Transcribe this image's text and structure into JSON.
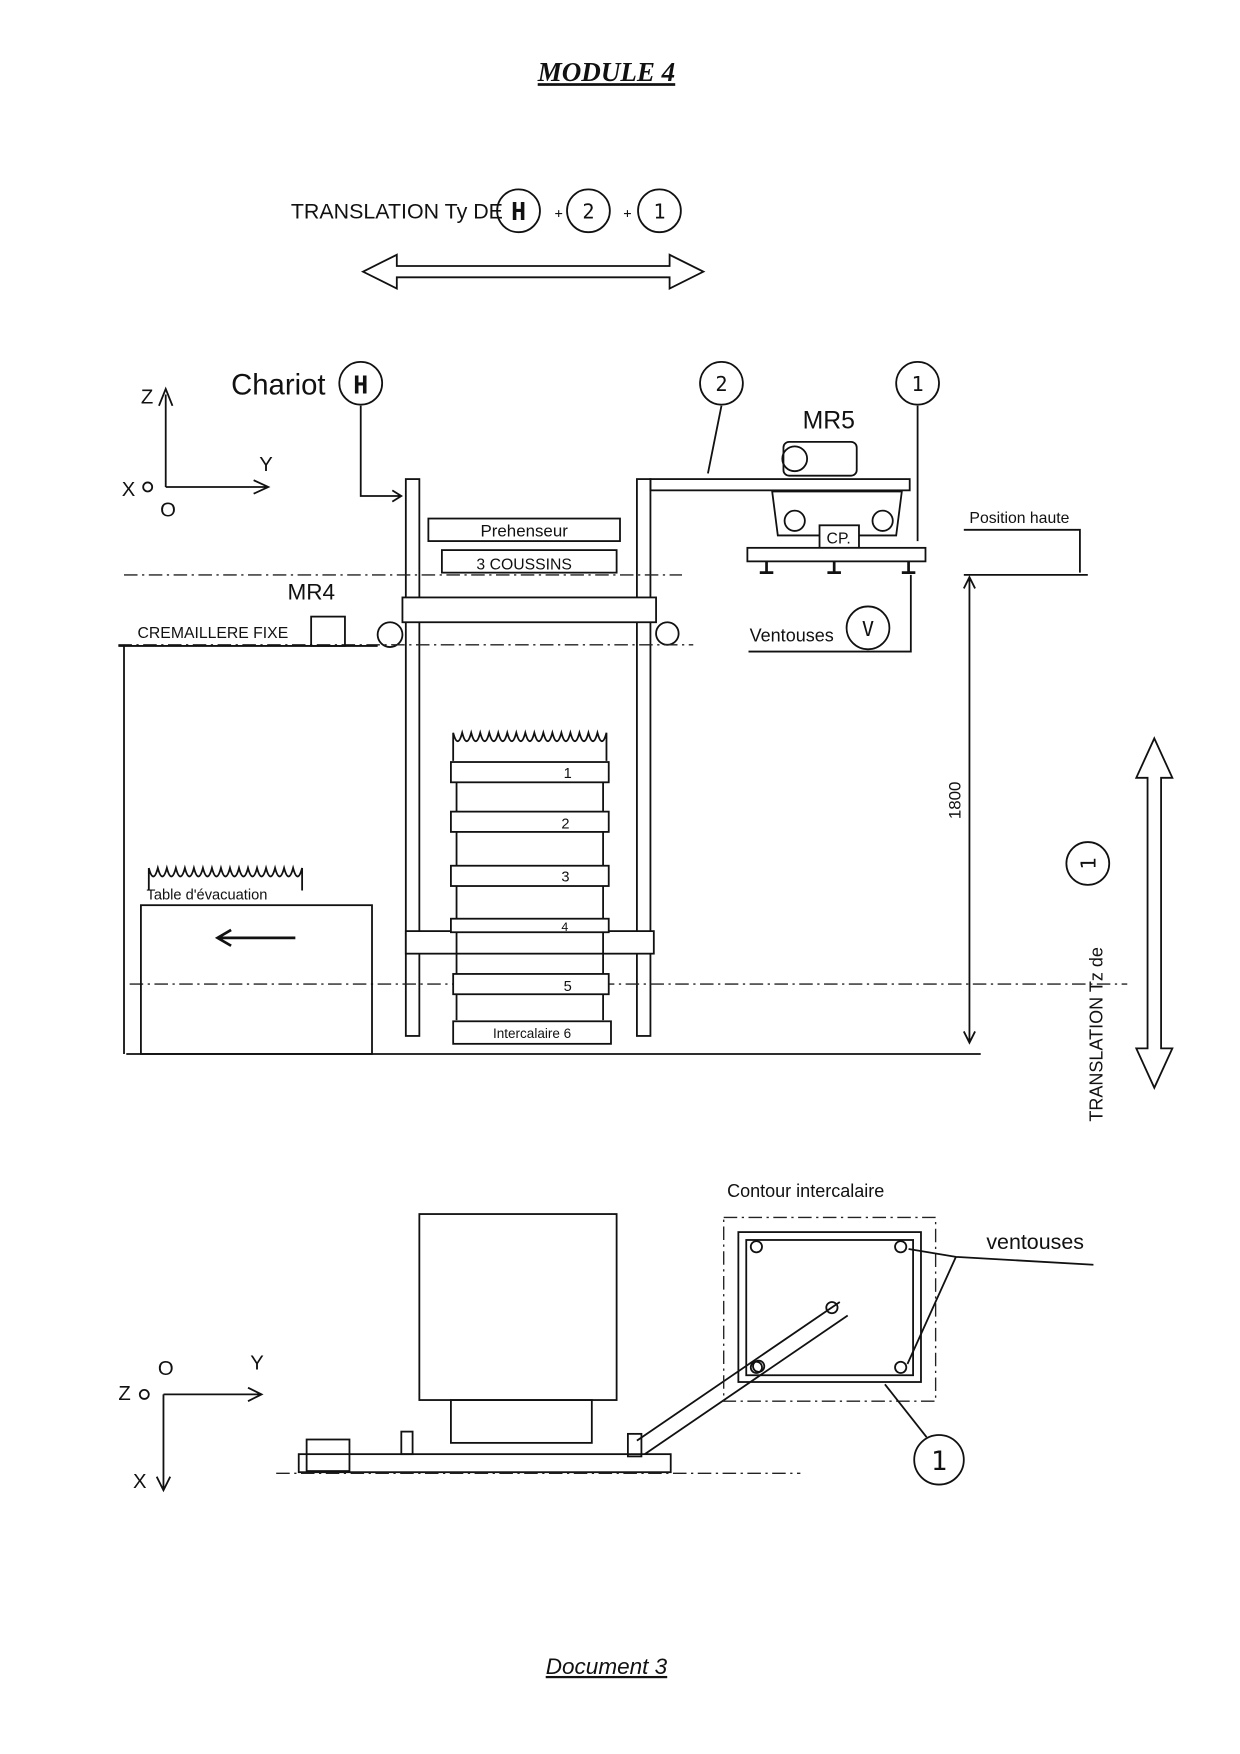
{
  "title": "MODULE 4",
  "footer": "Document 3",
  "translation_ty": {
    "label": "TRANSLATION Ty DE",
    "items": [
      "H",
      "2",
      "1"
    ]
  },
  "side_view": {
    "axes": {
      "z": "Z",
      "x": "X",
      "y": "Y",
      "o": "O"
    },
    "chariot": {
      "label": "Chariot",
      "mark": "H"
    },
    "callout_2": "2",
    "callout_1": "1",
    "mr5": "MR5",
    "mr4": "MR4",
    "cremaillere": "CREMAILLERE FIXE",
    "prehenseur": "Prehenseur",
    "coussins": "3 COUSSINS",
    "cp": "CP.",
    "position_haute": "Position haute",
    "ventouses": {
      "label": "Ventouses",
      "mark": "V"
    },
    "dimension": "1800",
    "layers": [
      "1",
      "2",
      "3",
      "4",
      "5"
    ],
    "intercalaire": "Intercalaire 6",
    "table": "Table d'évacuation",
    "translation_tz": {
      "label": "TRANSLATION Tz de",
      "mark": "1"
    }
  },
  "top_view": {
    "axes": {
      "z": "Z",
      "x": "X",
      "y": "Y",
      "o": "O"
    },
    "contour": "Contour intercalaire",
    "ventouses": "ventouses",
    "callout_1": "1"
  }
}
